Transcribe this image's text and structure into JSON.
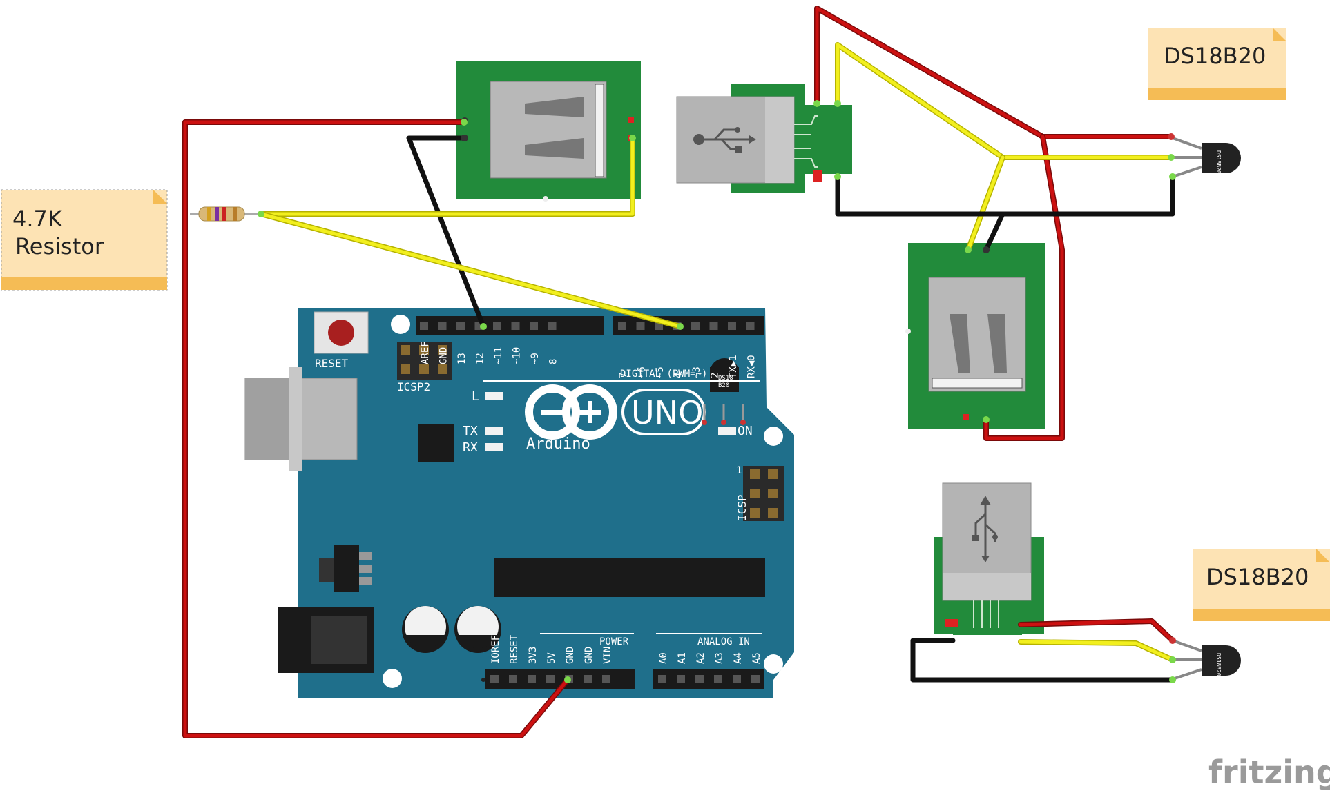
{
  "notes": {
    "resistor": {
      "line1": "4.7K",
      "line2": "Resistor"
    },
    "sensor_top": {
      "label": "DS18B20"
    },
    "sensor_bottom": {
      "label": "DS18B20"
    }
  },
  "arduino": {
    "brand": "Arduino",
    "model": "UNO",
    "reset_label": "RESET",
    "icsp2_label": "ICSP2",
    "icsp_label": "ICSP",
    "icsp_pin1": "1",
    "led_l": "L",
    "led_tx": "TX",
    "led_rx": "RX",
    "led_on": "ON",
    "digital_label": "DIGITAL (PWM=~)",
    "power_label": "POWER",
    "analog_label": "ANALOG IN",
    "digital_pins": [
      "AREF",
      "GND",
      "13",
      "12",
      "~11",
      "~10",
      "~9",
      "8",
      "7",
      "~6",
      "~5",
      "4",
      "~3",
      "2",
      "TX▶1",
      "RX◀0"
    ],
    "power_pins": [
      "IOREF",
      "RESET",
      "3V3",
      "5V",
      "GND",
      "GND",
      "VIN"
    ],
    "analog_pins": [
      "A0",
      "A1",
      "A2",
      "A3",
      "A4",
      "A5"
    ],
    "onboard_sensor_label": "DS18\nB20"
  },
  "sensor_chip_label": "DS18\nB20",
  "watermark": "fritzing",
  "colors": {
    "board": "#1f6f8b",
    "pcb": "#228b3b",
    "wire_red": "#cc1111",
    "wire_yellow": "#f2ef1e",
    "wire_black": "#222222",
    "note_bg": "#fde3b4",
    "note_bar": "#f5bc55"
  }
}
